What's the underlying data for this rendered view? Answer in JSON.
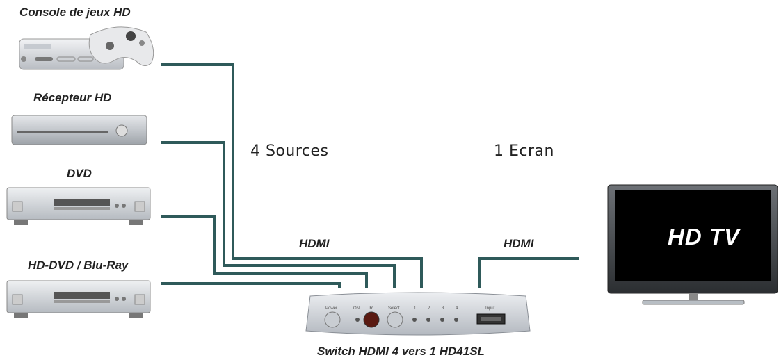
{
  "sources": {
    "console": "Console de jeux HD",
    "receiver": "Récepteur HD",
    "dvd": "DVD",
    "bluray": "HD-DVD / Blu-Ray"
  },
  "captions": {
    "sources": "4 Sources",
    "screen": "1 Ecran",
    "hdmi_in": "HDMI",
    "hdmi_out": "HDMI",
    "switch_name": "Switch HDMI 4 vers 1 HD41SL",
    "tv": "HD TV"
  },
  "switch_panel": {
    "power": "Power",
    "on": "ON",
    "ir": "IR",
    "select": "Select",
    "port1": "1",
    "port2": "2",
    "port3": "3",
    "port4": "4",
    "output": "Input"
  },
  "colors": {
    "cable": "#2f5a5a",
    "tv_screen": "#000000",
    "device_silver": "#cfd3d8"
  }
}
